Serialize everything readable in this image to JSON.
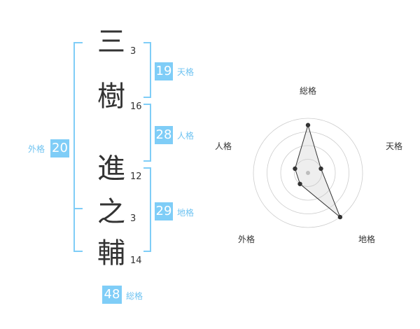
{
  "name_chars": [
    {
      "char": "三",
      "strokes": "3"
    },
    {
      "char": "樹",
      "strokes": "16"
    },
    {
      "char": "進",
      "strokes": "12"
    },
    {
      "char": "之",
      "strokes": "3"
    },
    {
      "char": "輔",
      "strokes": "14"
    }
  ],
  "kaku": {
    "tenkaku": {
      "value": "19",
      "label": "天格"
    },
    "jinkaku": {
      "value": "28",
      "label": "人格"
    },
    "chikaku": {
      "value": "29",
      "label": "地格"
    },
    "gaikaku": {
      "value": "20",
      "label": "外格"
    },
    "soukaku": {
      "value": "48",
      "label": "総格"
    }
  },
  "radar": {
    "axis_labels": {
      "sou": "総格",
      "ten": "天格",
      "chi": "地格",
      "gai": "外格",
      "jin": "人格"
    },
    "levels": 4
  },
  "chart_data": {
    "type": "radar",
    "categories": [
      "総格",
      "天格",
      "地格",
      "外格",
      "人格"
    ],
    "values": [
      3.5,
      1,
      4,
      1,
      1
    ],
    "max": 4
  },
  "colors": {
    "accent": "#7fcdf7",
    "accent_text": "#6fc3f1",
    "bracket": "#7fcdf7",
    "text": "#333333",
    "grid": "#cccccc"
  }
}
